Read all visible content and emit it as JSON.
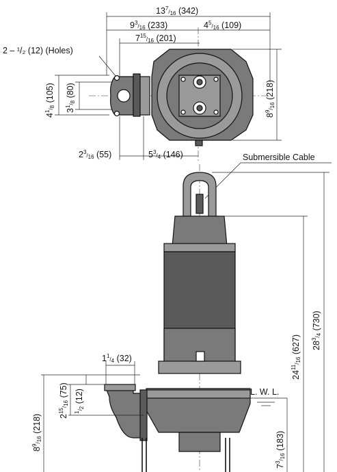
{
  "diagram": {
    "callouts": {
      "holes": "2 – ¹/₂ (12) (Holes)",
      "cable": "Submersible Cable",
      "lwl": "L. W. L."
    },
    "dims": {
      "top_overall": {
        "whole": "13",
        "num": "7",
        "den": "16",
        "metric": "(342)"
      },
      "top_left": {
        "whole": "9",
        "num": "3",
        "den": "16",
        "metric": "(233)"
      },
      "top_right": {
        "whole": "4",
        "num": "5",
        "den": "16",
        "metric": "(109)"
      },
      "top_inner": {
        "whole": "7",
        "num": "15",
        "den": "16",
        "metric": "(201)"
      },
      "left_outer": {
        "whole": "4",
        "num": "1",
        "den": "8",
        "metric": "(105)"
      },
      "left_inner": {
        "whole": "3",
        "num": "1",
        "den": "8",
        "metric": "(80)"
      },
      "right_top": {
        "whole": "8",
        "num": "9",
        "den": "16",
        "metric": "(218)"
      },
      "bottom_left": {
        "whole": "2",
        "num": "3",
        "den": "16",
        "metric": "(55)"
      },
      "bottom_mid": {
        "whole": "5",
        "num": "3",
        "den": "4",
        "metric": "(146)"
      },
      "outlet_width": {
        "whole": "1",
        "num": "1",
        "den": "4",
        "metric": "(32)"
      },
      "side_75": {
        "whole": "2",
        "num": "15",
        "den": "16",
        "metric": "(75)"
      },
      "side_12": {
        "whole": "",
        "num": "1",
        "den": "2",
        "metric": "(12)"
      },
      "side_218": {
        "whole": "8",
        "num": "9",
        "den": "16",
        "metric": "(218)"
      },
      "h_627": {
        "whole": "24",
        "num": "11",
        "den": "16",
        "metric": "(627)"
      },
      "h_730": {
        "whole": "28",
        "num": "3",
        "den": "4",
        "metric": "(730)"
      },
      "h_183": {
        "whole": "7",
        "num": "3",
        "den": "16",
        "metric": "(183)"
      }
    }
  }
}
